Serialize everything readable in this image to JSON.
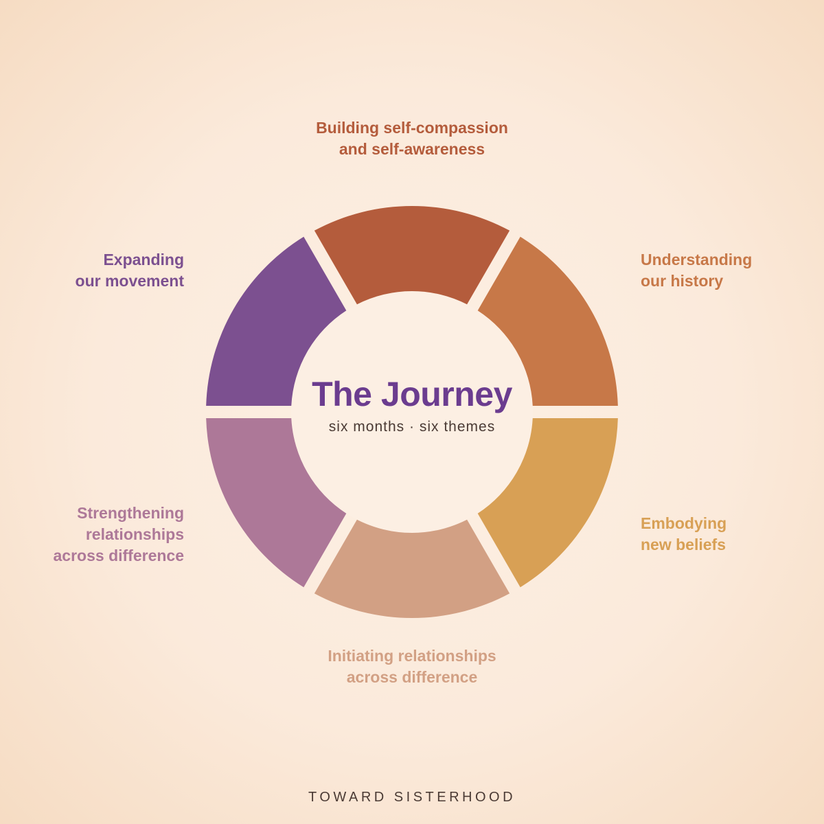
{
  "title": "The Journey",
  "subtitle": "six months · six themes",
  "footer": "TOWARD SISTERHOOD",
  "colors": {
    "title": "#6b3c8f",
    "subtitle": "#4a3a34",
    "footer": "#4a3a34",
    "hub": "#fcefe3"
  },
  "themes": [
    {
      "lines": [
        "Building self-compassion",
        "and self-awareness"
      ],
      "color": "#b45c3c"
    },
    {
      "lines": [
        "Understanding",
        "our history"
      ],
      "color": "#c77848"
    },
    {
      "lines": [
        "Embodying",
        "new beliefs"
      ],
      "color": "#d8a055"
    },
    {
      "lines": [
        "Initiating relationships",
        "across difference"
      ],
      "color": "#d2a084"
    },
    {
      "lines": [
        "Strengthening",
        "relationships",
        "across difference"
      ],
      "color": "#ad7898"
    },
    {
      "lines": [
        "Expanding",
        "our movement"
      ],
      "color": "#7c5090"
    }
  ]
}
